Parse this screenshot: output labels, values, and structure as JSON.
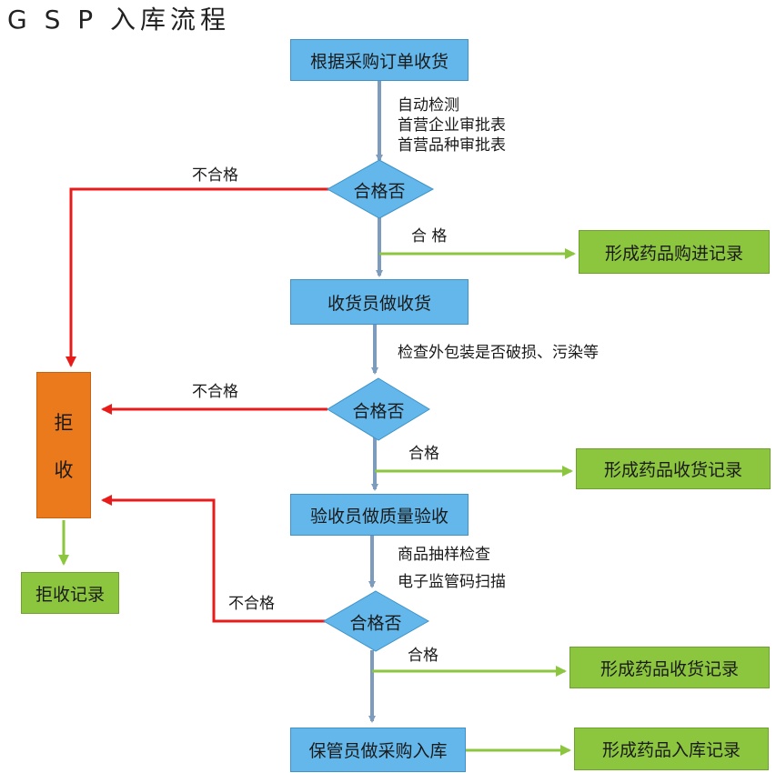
{
  "title": "G S P 入库流程",
  "steps": {
    "s1": "根据采购订单收货",
    "s2": "收货员做收货",
    "s3": "验收员做质量验收",
    "s4": "保管员做采购入库"
  },
  "decision_label": "合格否",
  "notes": {
    "n1_1": "自动检测",
    "n1_2": "首营企业审批表",
    "n1_3": "首营品种审批表",
    "n2_1": "检查外包装是否破损、污染等",
    "n3_1": "商品抽样检查",
    "n3_2": "电子监管码扫描"
  },
  "pass_labels": {
    "p1": "合 格",
    "p2": "合格",
    "p3": "合格"
  },
  "fail_label": "不合格",
  "records": {
    "r1": "形成药品购进记录",
    "r2": "形成药品收货记录",
    "r3": "形成药品收货记录",
    "r4": "形成药品入库记录"
  },
  "reject": {
    "char1": "拒",
    "char2": "收",
    "record": "拒收记录"
  },
  "colors": {
    "step_fill": "#63b7ea",
    "record_fill": "#8cc63f",
    "reject_fill": "#ea7a1c",
    "flow_arrow": "#7c9bbd",
    "fail_arrow": "#e81b1b",
    "pass_arrow": "#8cc63f"
  }
}
